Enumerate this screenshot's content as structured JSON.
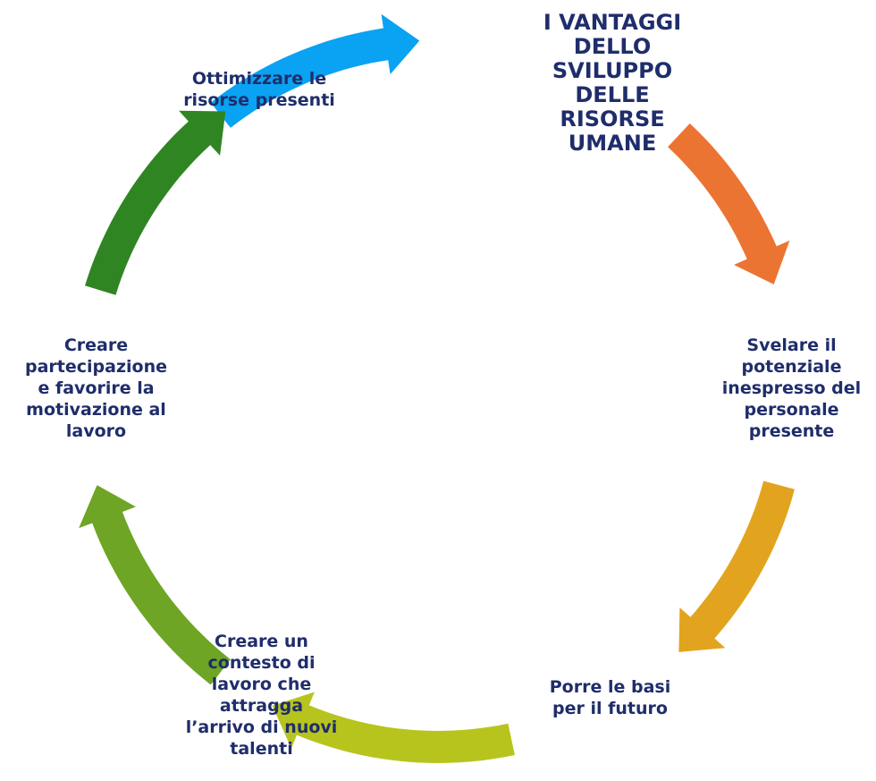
{
  "diagram": {
    "title": "I VANTAGGI\nDELLO\nSVILUPPO\nDELLE\nRISORSE\nUMANE",
    "nodes": [
      {
        "label": "Svelare il\npotenziale\ninespresso del\npersonale\npresente"
      },
      {
        "label": "Porre le basi\nper il futuro"
      },
      {
        "label": "Creare un\ncontesto di\nlavoro che\nattragga\nl’arrivo di nuovi\ntalenti"
      },
      {
        "label": "Creare\npartecipazione\ne favorire la\nmotivazione al\nlavoro"
      },
      {
        "label": "Ottimizzare le\nrisorse presenti"
      }
    ],
    "arrows": [
      {
        "from": "Ottimizzare le risorse presenti",
        "to": "I VANTAGGI DELLO SVILUPPO DELLE RISORSE UMANE",
        "color": "#0aa2f2"
      },
      {
        "from": "I VANTAGGI DELLO SVILUPPO DELLE RISORSE UMANE",
        "to": "Svelare il potenziale inespresso del personale presente",
        "color": "#ec7432"
      },
      {
        "from": "Svelare il potenziale inespresso del personale presente",
        "to": "Porre le basi per il futuro",
        "color": "#e2a41e"
      },
      {
        "from": "Porre le basi per il futuro",
        "to": "Creare un contesto di lavoro che attragga l’arrivo di nuovi talenti",
        "color": "#b8c41e"
      },
      {
        "from": "Creare un contesto di lavoro che attragga l’arrivo di nuovi talenti",
        "to": "Creare partecipazione e favorire la motivazione al lavoro",
        "color": "#6ea524"
      },
      {
        "from": "Creare partecipazione e favorire la motivazione al lavoro",
        "to": "Ottimizzare le risorse presenti",
        "color": "#2f8522"
      }
    ]
  }
}
